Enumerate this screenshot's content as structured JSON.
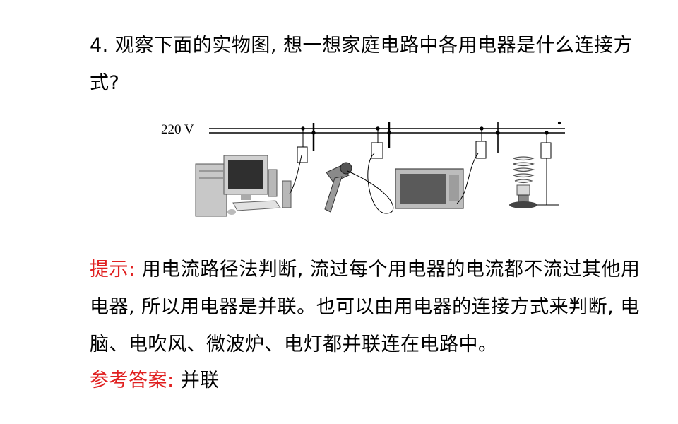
{
  "question": {
    "text": "4. 观察下面的实物图, 想一想家庭电路中各用电器是什么连接方式?"
  },
  "figure": {
    "voltage_label": "220 V",
    "appliance_icons": [
      "computer-icon",
      "hair-dryer-icon",
      "microwave-icon",
      "cfl-bulb-icon"
    ],
    "colors": {
      "line": "#000000"
    }
  },
  "hint": {
    "label": "提示:",
    "text": " 用电流路径法判断, 流过每个用电器的电流都不流过其他用电器, 所以用电器是并联。也可以由用电器的连接方式来判断, 电脑、电吹风、微波炉、电灯都并联连在电路中。"
  },
  "answer": {
    "label": "参考答案:",
    "text": " 并联"
  },
  "colors": {
    "accent_red": "#e02020",
    "text": "#000000"
  }
}
